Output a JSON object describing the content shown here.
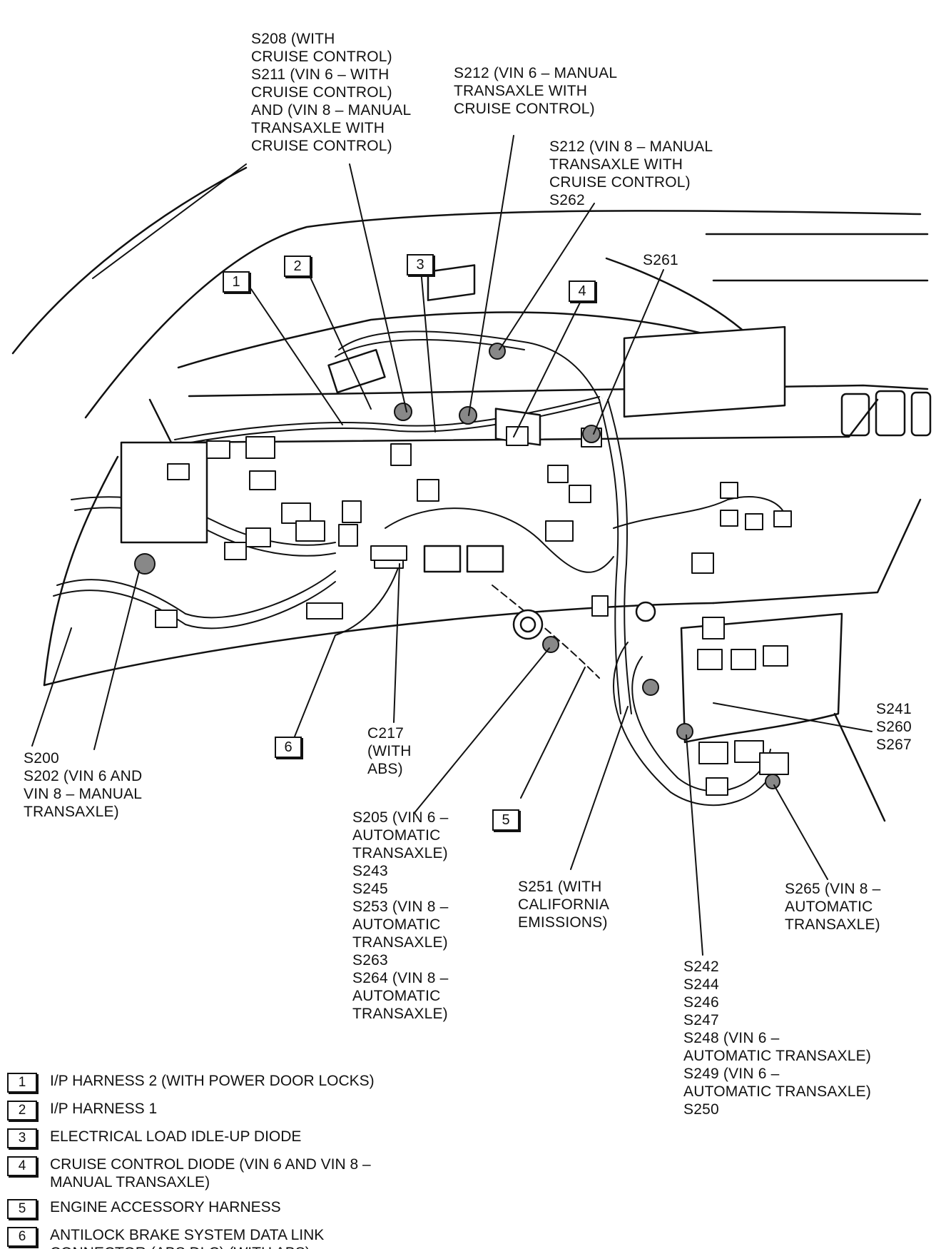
{
  "labels": {
    "s208": "S208 (WITH\nCRUISE CONTROL)\nS211 (VIN 6 – WITH\nCRUISE CONTROL)\nAND (VIN 8 – MANUAL\nTRANSAXLE WITH\nCRUISE CONTROL)",
    "s212_vin6": "S212 (VIN 6 – MANUAL\nTRANSAXLE WITH\nCRUISE CONTROL)",
    "s212_vin8": "S212 (VIN 8 – MANUAL\nTRANSAXLE WITH\nCRUISE CONTROL)\nS262",
    "s261": "S261",
    "s241": "S241\nS260\nS267",
    "s200": "S200\nS202 (VIN 6 AND\nVIN 8 – MANUAL\nTRANSAXLE)",
    "c217": "C217\n(WITH\nABS)",
    "s205": "S205 (VIN 6 –\nAUTOMATIC\nTRANSAXLE)\nS243\nS245\nS253 (VIN 8 –\nAUTOMATIC\nTRANSAXLE)\nS263\nS264 (VIN 8 –\nAUTOMATIC\nTRANSAXLE)",
    "s251": "S251 (WITH\nCALIFORNIA\nEMISSIONS)",
    "s265": "S265 (VIN 8 –\nAUTOMATIC\nTRANSAXLE)",
    "s242": "S242\nS244\nS246\nS247\nS248 (VIN 6 –\nAUTOMATIC TRANSAXLE)\nS249 (VIN 6 –\nAUTOMATIC TRANSAXLE)\nS250"
  },
  "callouts": [
    "1",
    "2",
    "3",
    "4",
    "5",
    "6"
  ],
  "legend": [
    {
      "num": "1",
      "text": "I/P HARNESS 2 (WITH POWER DOOR LOCKS)"
    },
    {
      "num": "2",
      "text": "I/P HARNESS 1"
    },
    {
      "num": "3",
      "text": "ELECTRICAL LOAD IDLE-UP DIODE"
    },
    {
      "num": "4",
      "text": "CRUISE CONTROL DIODE (VIN 6 AND VIN 8 –\nMANUAL TRANSAXLE)"
    },
    {
      "num": "5",
      "text": "ENGINE ACCESSORY HARNESS"
    },
    {
      "num": "6",
      "text": "ANTILOCK BRAKE SYSTEM DATA LINK\nCONNECTOR (ABS DLC) (WITH ABS)"
    }
  ]
}
